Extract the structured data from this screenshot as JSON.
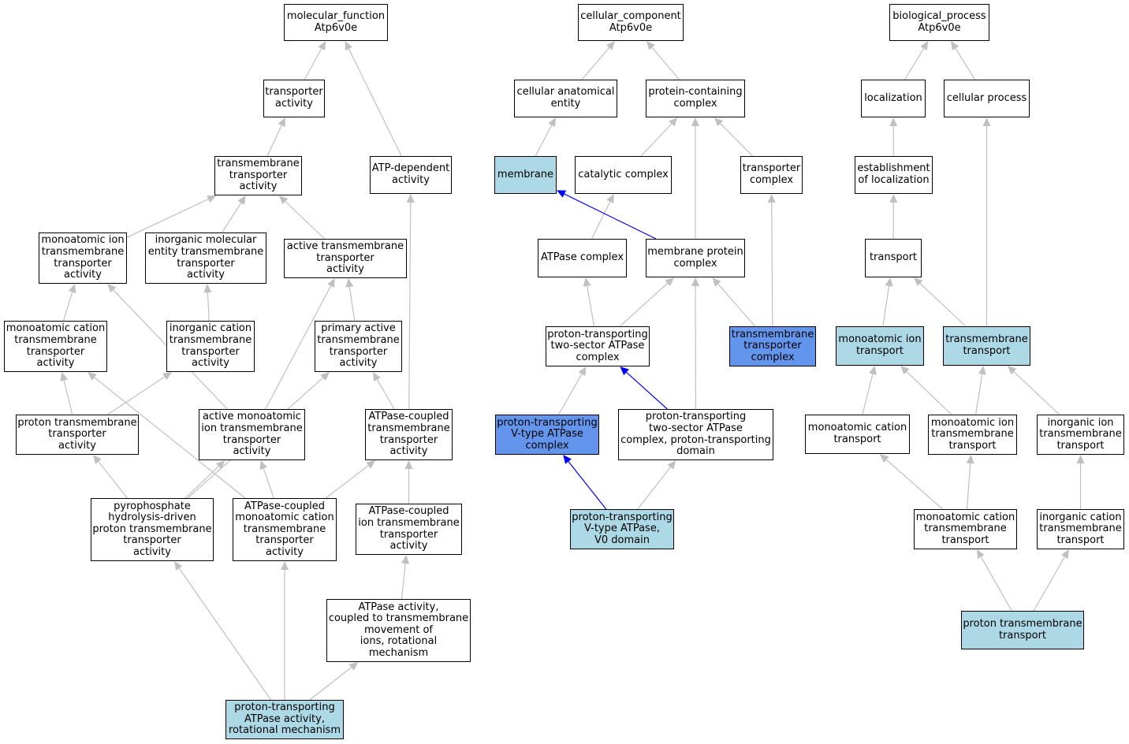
{
  "colors": {
    "edge_default": "#c0c0c0",
    "edge_highlight": "#0000ff",
    "node_default": "#ffffff",
    "node_light": "#add8e6",
    "node_dark": "#6495ed"
  },
  "nodes": {
    "mf_root": {
      "label": "molecular_function\nAtp6v0e",
      "fill": "default"
    },
    "mf_transporter": {
      "label": "transporter\nactivity",
      "fill": "default"
    },
    "mf_tm_transporter": {
      "label": "transmembrane\ntransporter\nactivity",
      "fill": "default"
    },
    "mf_atp_dependent": {
      "label": "ATP-dependent\nactivity",
      "fill": "default"
    },
    "mf_monoatomic_ion_tm": {
      "label": "monoatomic ion\ntransmembrane\ntransporter\nactivity",
      "fill": "default"
    },
    "mf_inorganic_molecular": {
      "label": "inorganic molecular\nentity transmembrane\ntransporter\nactivity",
      "fill": "default"
    },
    "mf_active_tm": {
      "label": "active transmembrane\ntransporter\nactivity",
      "fill": "default"
    },
    "mf_monoatomic_cation_tm": {
      "label": "monoatomic cation\ntransmembrane\ntransporter\nactivity",
      "fill": "default"
    },
    "mf_inorganic_cation_tm": {
      "label": "inorganic cation\ntransmembrane\ntransporter\nactivity",
      "fill": "default"
    },
    "mf_primary_active": {
      "label": "primary active\ntransmembrane\ntransporter\nactivity",
      "fill": "default"
    },
    "mf_proton_tm": {
      "label": "proton transmembrane\ntransporter\nactivity",
      "fill": "default"
    },
    "mf_active_monoatomic_ion": {
      "label": "active monoatomic\nion transmembrane\ntransporter\nactivity",
      "fill": "default"
    },
    "mf_atpase_coupled_tm": {
      "label": "ATPase-coupled\ntransmembrane\ntransporter\nactivity",
      "fill": "default"
    },
    "mf_pyrophosphate": {
      "label": "pyrophosphate\nhydrolysis-driven\nproton transmembrane\ntransporter\nactivity",
      "fill": "default"
    },
    "mf_atpase_coupled_monoatomic": {
      "label": "ATPase-coupled\nmonoatomic cation\ntransmembrane\ntransporter\nactivity",
      "fill": "default"
    },
    "mf_atpase_coupled_ion": {
      "label": "ATPase-coupled\nion transmembrane\ntransporter\nactivity",
      "fill": "default"
    },
    "mf_atpase_rotational": {
      "label": "ATPase activity,\ncoupled to transmembrane\nmovement of\nions, rotational\nmechanism",
      "fill": "default"
    },
    "mf_proton_atpase_rot": {
      "label": "proton-transporting\nATPase activity,\nrotational mechanism",
      "fill": "light"
    },
    "cc_root": {
      "label": "cellular_component\nAtp6v0e",
      "fill": "default"
    },
    "cc_anatomical": {
      "label": "cellular anatomical\nentity",
      "fill": "default"
    },
    "cc_protein_complex": {
      "label": "protein-containing\ncomplex",
      "fill": "default"
    },
    "cc_membrane": {
      "label": "membrane",
      "fill": "light"
    },
    "cc_catalytic": {
      "label": "catalytic complex",
      "fill": "default"
    },
    "cc_transporter_complex": {
      "label": "transporter\ncomplex",
      "fill": "default"
    },
    "cc_atpase_complex": {
      "label": "ATPase complex",
      "fill": "default"
    },
    "cc_membrane_protein": {
      "label": "membrane protein\ncomplex",
      "fill": "default"
    },
    "cc_proton_two_sector": {
      "label": "proton-transporting\ntwo-sector ATPase\ncomplex",
      "fill": "default"
    },
    "cc_tm_transporter_complex": {
      "label": "transmembrane\ntransporter\ncomplex",
      "fill": "dark"
    },
    "cc_v_type": {
      "label": "proton-transporting\nV-type ATPase\ncomplex",
      "fill": "dark"
    },
    "cc_two_sector_domain": {
      "label": "proton-transporting\ntwo-sector ATPase\ncomplex, proton-transporting\ndomain",
      "fill": "default"
    },
    "cc_v0_domain": {
      "label": "proton-transporting\nV-type ATPase,\nV0 domain",
      "fill": "light"
    },
    "bp_root": {
      "label": "biological_process\nAtp6v0e",
      "fill": "default"
    },
    "bp_localization": {
      "label": "localization",
      "fill": "default"
    },
    "bp_cellular_process": {
      "label": "cellular process",
      "fill": "default"
    },
    "bp_establishment": {
      "label": "establishment\nof localization",
      "fill": "default"
    },
    "bp_transport": {
      "label": "transport",
      "fill": "default"
    },
    "bp_monoatomic_ion_transport": {
      "label": "monoatomic ion\ntransport",
      "fill": "light"
    },
    "bp_tm_transport": {
      "label": "transmembrane\ntransport",
      "fill": "light"
    },
    "bp_monoatomic_cation_transport": {
      "label": "monoatomic cation\ntransport",
      "fill": "default"
    },
    "bp_monoatomic_ion_tm_transport": {
      "label": "monoatomic ion\ntransmembrane\ntransport",
      "fill": "default"
    },
    "bp_inorganic_ion_tm": {
      "label": "inorganic ion\ntransmembrane\ntransport",
      "fill": "default"
    },
    "bp_monoatomic_cation_tm": {
      "label": "monoatomic cation\ntransmembrane\ntransport",
      "fill": "default"
    },
    "bp_inorganic_cation_tm": {
      "label": "inorganic cation\ntransmembrane\ntransport",
      "fill": "default"
    },
    "bp_proton_tm_transport": {
      "label": "proton transmembrane\ntransport",
      "fill": "light"
    }
  },
  "edges": [
    {
      "from": "mf_transporter",
      "to": "mf_root",
      "color": "default"
    },
    {
      "from": "mf_atp_dependent",
      "to": "mf_root",
      "color": "default"
    },
    {
      "from": "mf_tm_transporter",
      "to": "mf_transporter",
      "color": "default"
    },
    {
      "from": "mf_monoatomic_ion_tm",
      "to": "mf_tm_transporter",
      "color": "default"
    },
    {
      "from": "mf_inorganic_molecular",
      "to": "mf_tm_transporter",
      "color": "default"
    },
    {
      "from": "mf_active_tm",
      "to": "mf_tm_transporter",
      "color": "default"
    },
    {
      "from": "mf_monoatomic_cation_tm",
      "to": "mf_monoatomic_ion_tm",
      "color": "default"
    },
    {
      "from": "mf_inorganic_cation_tm",
      "to": "mf_inorganic_molecular",
      "color": "default"
    },
    {
      "from": "mf_primary_active",
      "to": "mf_active_tm",
      "color": "default"
    },
    {
      "from": "mf_proton_tm",
      "to": "mf_monoatomic_cation_tm",
      "color": "default"
    },
    {
      "from": "mf_proton_tm",
      "to": "mf_inorganic_cation_tm",
      "color": "default"
    },
    {
      "from": "mf_active_monoatomic_ion",
      "to": "mf_monoatomic_ion_tm",
      "color": "default"
    },
    {
      "from": "mf_active_monoatomic_ion",
      "to": "mf_active_tm",
      "color": "default"
    },
    {
      "from": "mf_atpase_coupled_tm",
      "to": "mf_primary_active",
      "color": "default"
    },
    {
      "from": "mf_atpase_coupled_tm",
      "to": "mf_atp_dependent",
      "color": "default"
    },
    {
      "from": "mf_pyrophosphate",
      "to": "mf_proton_tm",
      "color": "default"
    },
    {
      "from": "mf_pyrophosphate",
      "to": "mf_active_monoatomic_ion",
      "color": "default"
    },
    {
      "from": "mf_pyrophosphate",
      "to": "mf_primary_active",
      "color": "default"
    },
    {
      "from": "mf_atpase_coupled_monoatomic",
      "to": "mf_monoatomic_cation_tm",
      "color": "default"
    },
    {
      "from": "mf_atpase_coupled_monoatomic",
      "to": "mf_active_monoatomic_ion",
      "color": "default"
    },
    {
      "from": "mf_atpase_coupled_monoatomic",
      "to": "mf_atpase_coupled_tm",
      "color": "default"
    },
    {
      "from": "mf_atpase_coupled_ion",
      "to": "mf_atpase_coupled_tm",
      "color": "default"
    },
    {
      "from": "mf_atpase_rotational",
      "to": "mf_atpase_coupled_ion",
      "color": "default"
    },
    {
      "from": "mf_proton_atpase_rot",
      "to": "mf_pyrophosphate",
      "color": "default"
    },
    {
      "from": "mf_proton_atpase_rot",
      "to": "mf_atpase_coupled_monoatomic",
      "color": "default"
    },
    {
      "from": "mf_proton_atpase_rot",
      "to": "mf_atpase_rotational",
      "color": "default"
    },
    {
      "from": "cc_anatomical",
      "to": "cc_root",
      "color": "default"
    },
    {
      "from": "cc_protein_complex",
      "to": "cc_root",
      "color": "default"
    },
    {
      "from": "cc_membrane",
      "to": "cc_anatomical",
      "color": "default"
    },
    {
      "from": "cc_catalytic",
      "to": "cc_protein_complex",
      "color": "default"
    },
    {
      "from": "cc_membrane_protein",
      "to": "cc_protein_complex",
      "color": "default"
    },
    {
      "from": "cc_transporter_complex",
      "to": "cc_protein_complex",
      "color": "default"
    },
    {
      "from": "cc_atpase_complex",
      "to": "cc_catalytic",
      "color": "default"
    },
    {
      "from": "cc_membrane_protein",
      "to": "cc_membrane",
      "color": "highlight"
    },
    {
      "from": "cc_proton_two_sector",
      "to": "cc_atpase_complex",
      "color": "default"
    },
    {
      "from": "cc_proton_two_sector",
      "to": "cc_membrane_protein",
      "color": "default"
    },
    {
      "from": "cc_two_sector_domain",
      "to": "cc_membrane_protein",
      "color": "default"
    },
    {
      "from": "cc_tm_transporter_complex",
      "to": "cc_membrane_protein",
      "color": "default"
    },
    {
      "from": "cc_tm_transporter_complex",
      "to": "cc_transporter_complex",
      "color": "default"
    },
    {
      "from": "cc_v_type",
      "to": "cc_proton_two_sector",
      "color": "default"
    },
    {
      "from": "cc_two_sector_domain",
      "to": "cc_proton_two_sector",
      "color": "highlight"
    },
    {
      "from": "cc_v0_domain",
      "to": "cc_v_type",
      "color": "highlight"
    },
    {
      "from": "cc_v0_domain",
      "to": "cc_two_sector_domain",
      "color": "default"
    },
    {
      "from": "bp_localization",
      "to": "bp_root",
      "color": "default"
    },
    {
      "from": "bp_cellular_process",
      "to": "bp_root",
      "color": "default"
    },
    {
      "from": "bp_establishment",
      "to": "bp_localization",
      "color": "default"
    },
    {
      "from": "bp_transport",
      "to": "bp_establishment",
      "color": "default"
    },
    {
      "from": "bp_monoatomic_ion_transport",
      "to": "bp_transport",
      "color": "default"
    },
    {
      "from": "bp_tm_transport",
      "to": "bp_transport",
      "color": "default"
    },
    {
      "from": "bp_tm_transport",
      "to": "bp_cellular_process",
      "color": "default"
    },
    {
      "from": "bp_monoatomic_cation_transport",
      "to": "bp_monoatomic_ion_transport",
      "color": "default"
    },
    {
      "from": "bp_monoatomic_ion_tm_transport",
      "to": "bp_monoatomic_ion_transport",
      "color": "default"
    },
    {
      "from": "bp_monoatomic_ion_tm_transport",
      "to": "bp_tm_transport",
      "color": "default"
    },
    {
      "from": "bp_inorganic_ion_tm",
      "to": "bp_tm_transport",
      "color": "default"
    },
    {
      "from": "bp_monoatomic_cation_tm",
      "to": "bp_monoatomic_cation_transport",
      "color": "default"
    },
    {
      "from": "bp_monoatomic_cation_tm",
      "to": "bp_monoatomic_ion_tm_transport",
      "color": "default"
    },
    {
      "from": "bp_inorganic_cation_tm",
      "to": "bp_inorganic_ion_tm",
      "color": "default"
    },
    {
      "from": "bp_proton_tm_transport",
      "to": "bp_monoatomic_cation_tm",
      "color": "default"
    },
    {
      "from": "bp_proton_tm_transport",
      "to": "bp_inorganic_cation_tm",
      "color": "default"
    }
  ]
}
